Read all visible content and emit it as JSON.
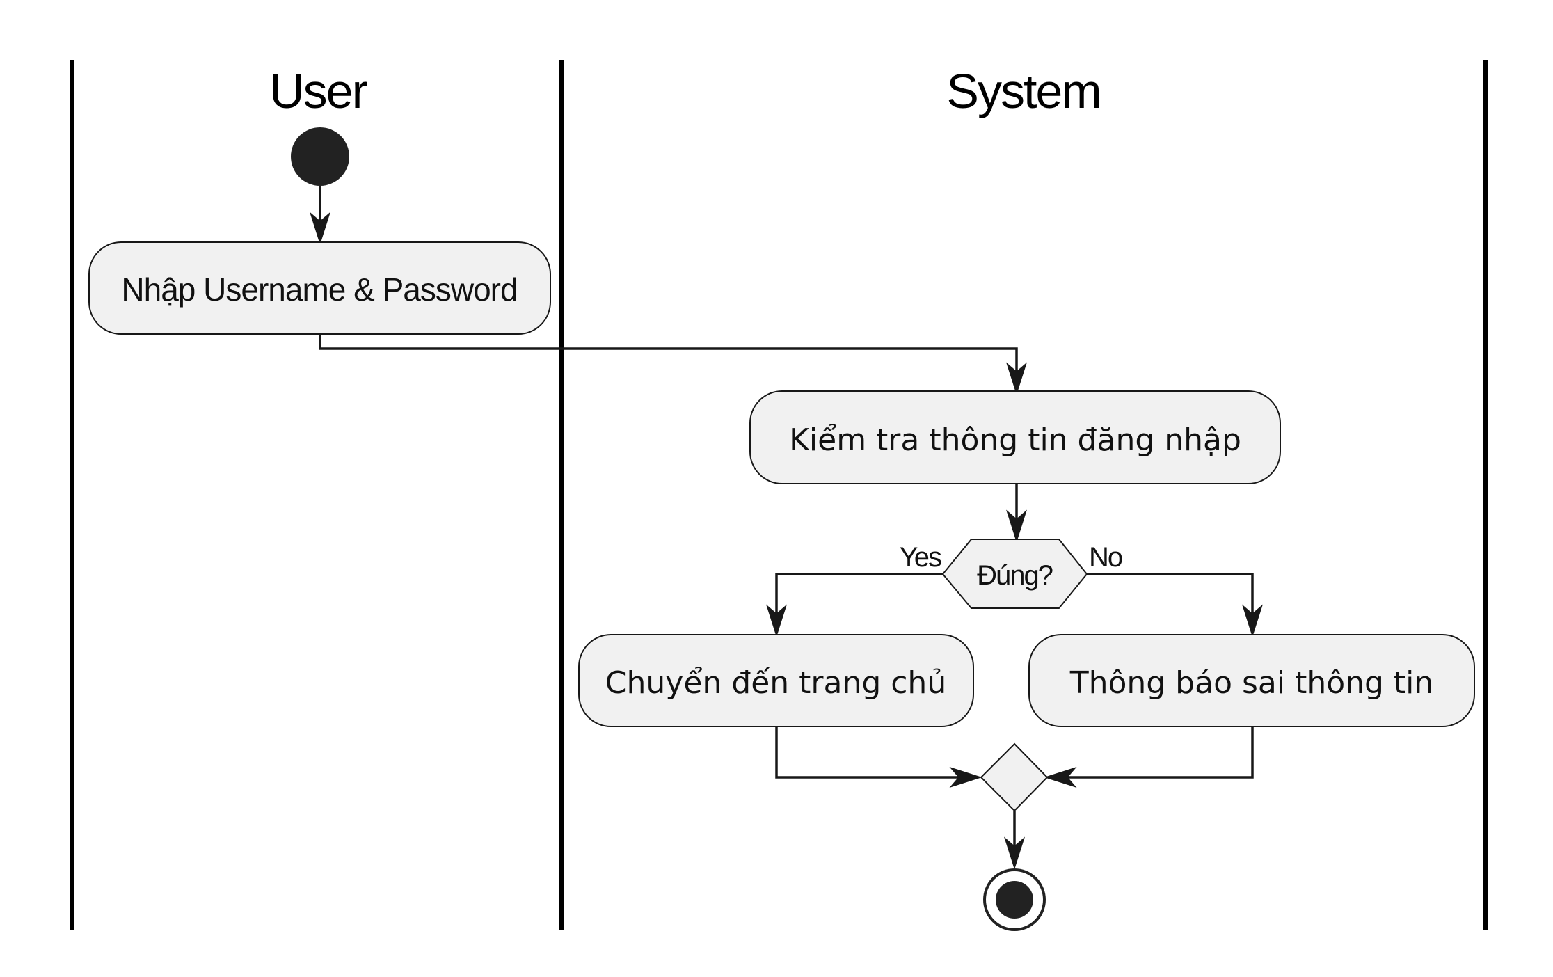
{
  "swimlanes": [
    {
      "title": "User"
    },
    {
      "title": "System"
    }
  ],
  "activities": {
    "input": "Nhập Username & Password",
    "check": "Kiểm tra thông tin đăng nhập",
    "success": "Chuyển đến trang chủ",
    "failure": "Thông báo sai thông tin"
  },
  "decision": {
    "label": "Đúng?",
    "yes_label": "Yes",
    "no_label": "No"
  },
  "colors": {
    "node_fill": "#f1f1f1",
    "line": "#181818",
    "start_end": "#222222"
  }
}
